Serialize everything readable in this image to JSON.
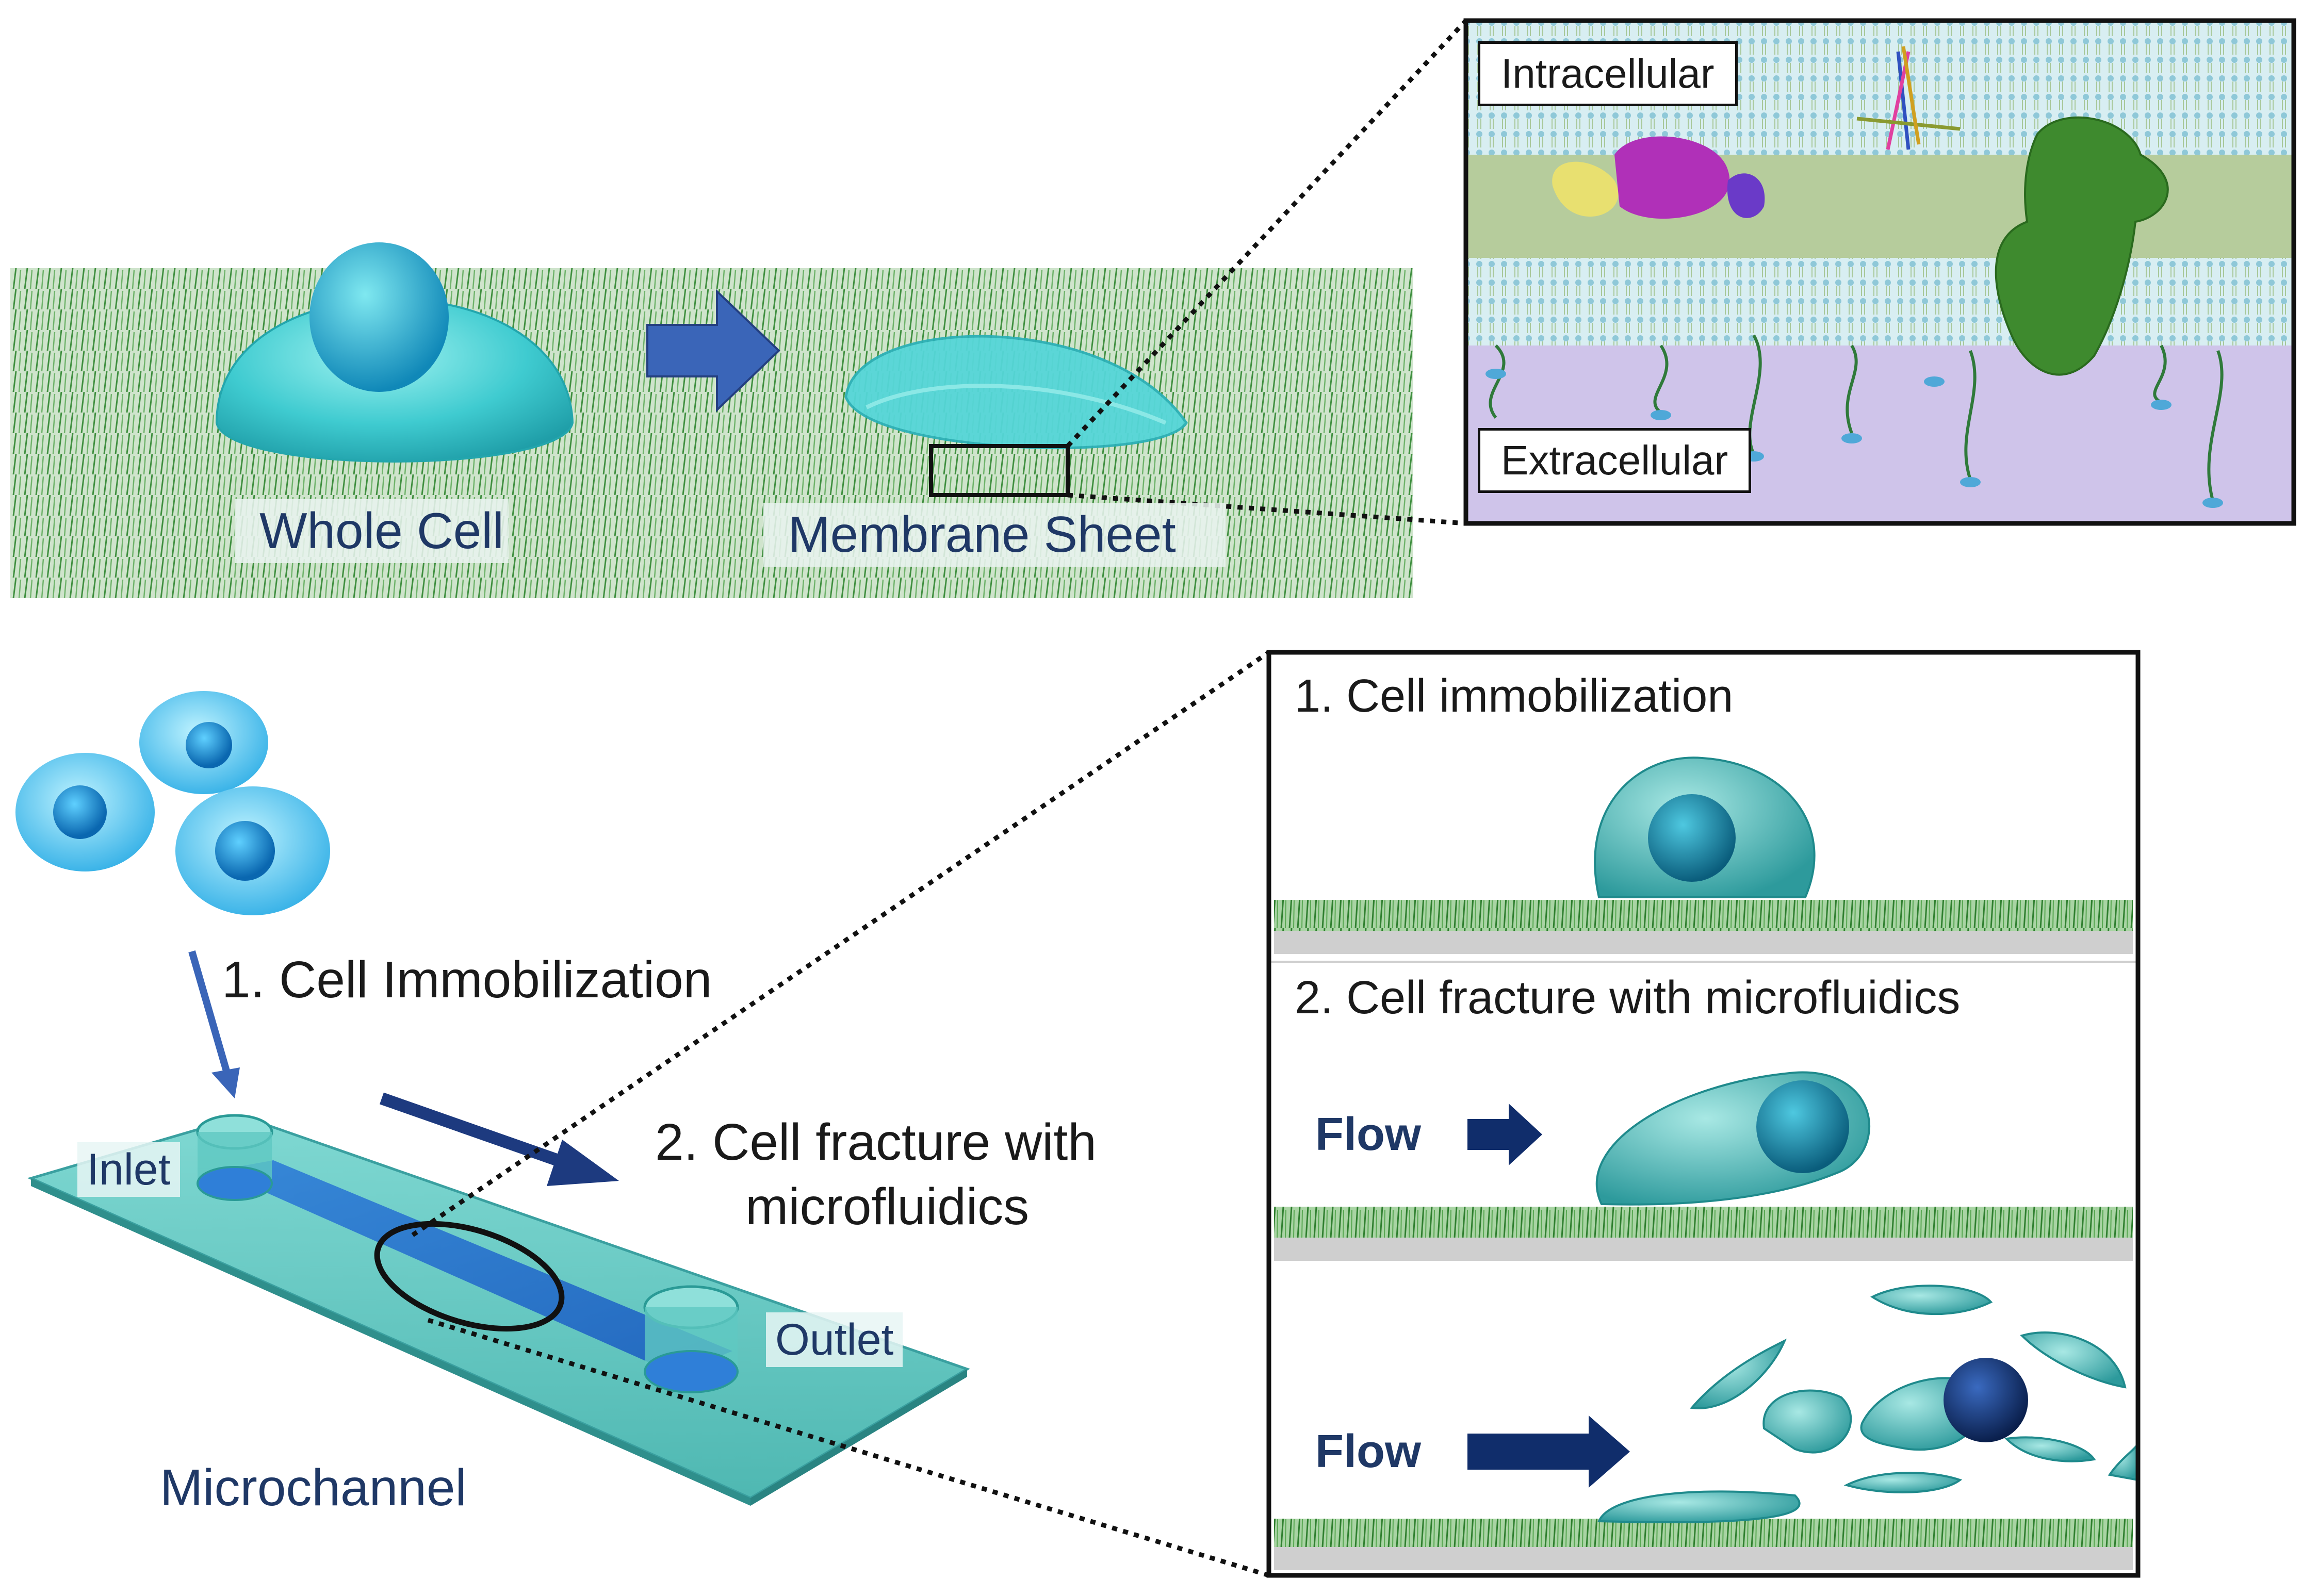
{
  "top": {
    "whole_cell_label": "Whole Cell",
    "membrane_sheet_label": "Membrane Sheet",
    "intracellular_label": "Intracellular",
    "extracellular_label": "Extracellular"
  },
  "bottom": {
    "step1_label": "1. Cell Immobilization",
    "step2_line1": "2. Cell fracture with",
    "step2_line2": "microfluidics",
    "inlet_label": "Inlet",
    "outlet_label": "Outlet",
    "microchannel_label": "Microchannel"
  },
  "detail": {
    "panel1_title": "1. Cell immobilization",
    "panel2_title": "2. Cell fracture with microfluidics",
    "flow_label_1": "Flow",
    "flow_label_2": "Flow"
  },
  "colors": {
    "navy_text": "#1f3866",
    "cyan_cell": "#49d6d8",
    "grass_green": "#3f8f3f",
    "arrow_blue": "#3a65b8",
    "flow_arrow": "#102d6b",
    "membrane_purple": "#cfc4ea"
  }
}
